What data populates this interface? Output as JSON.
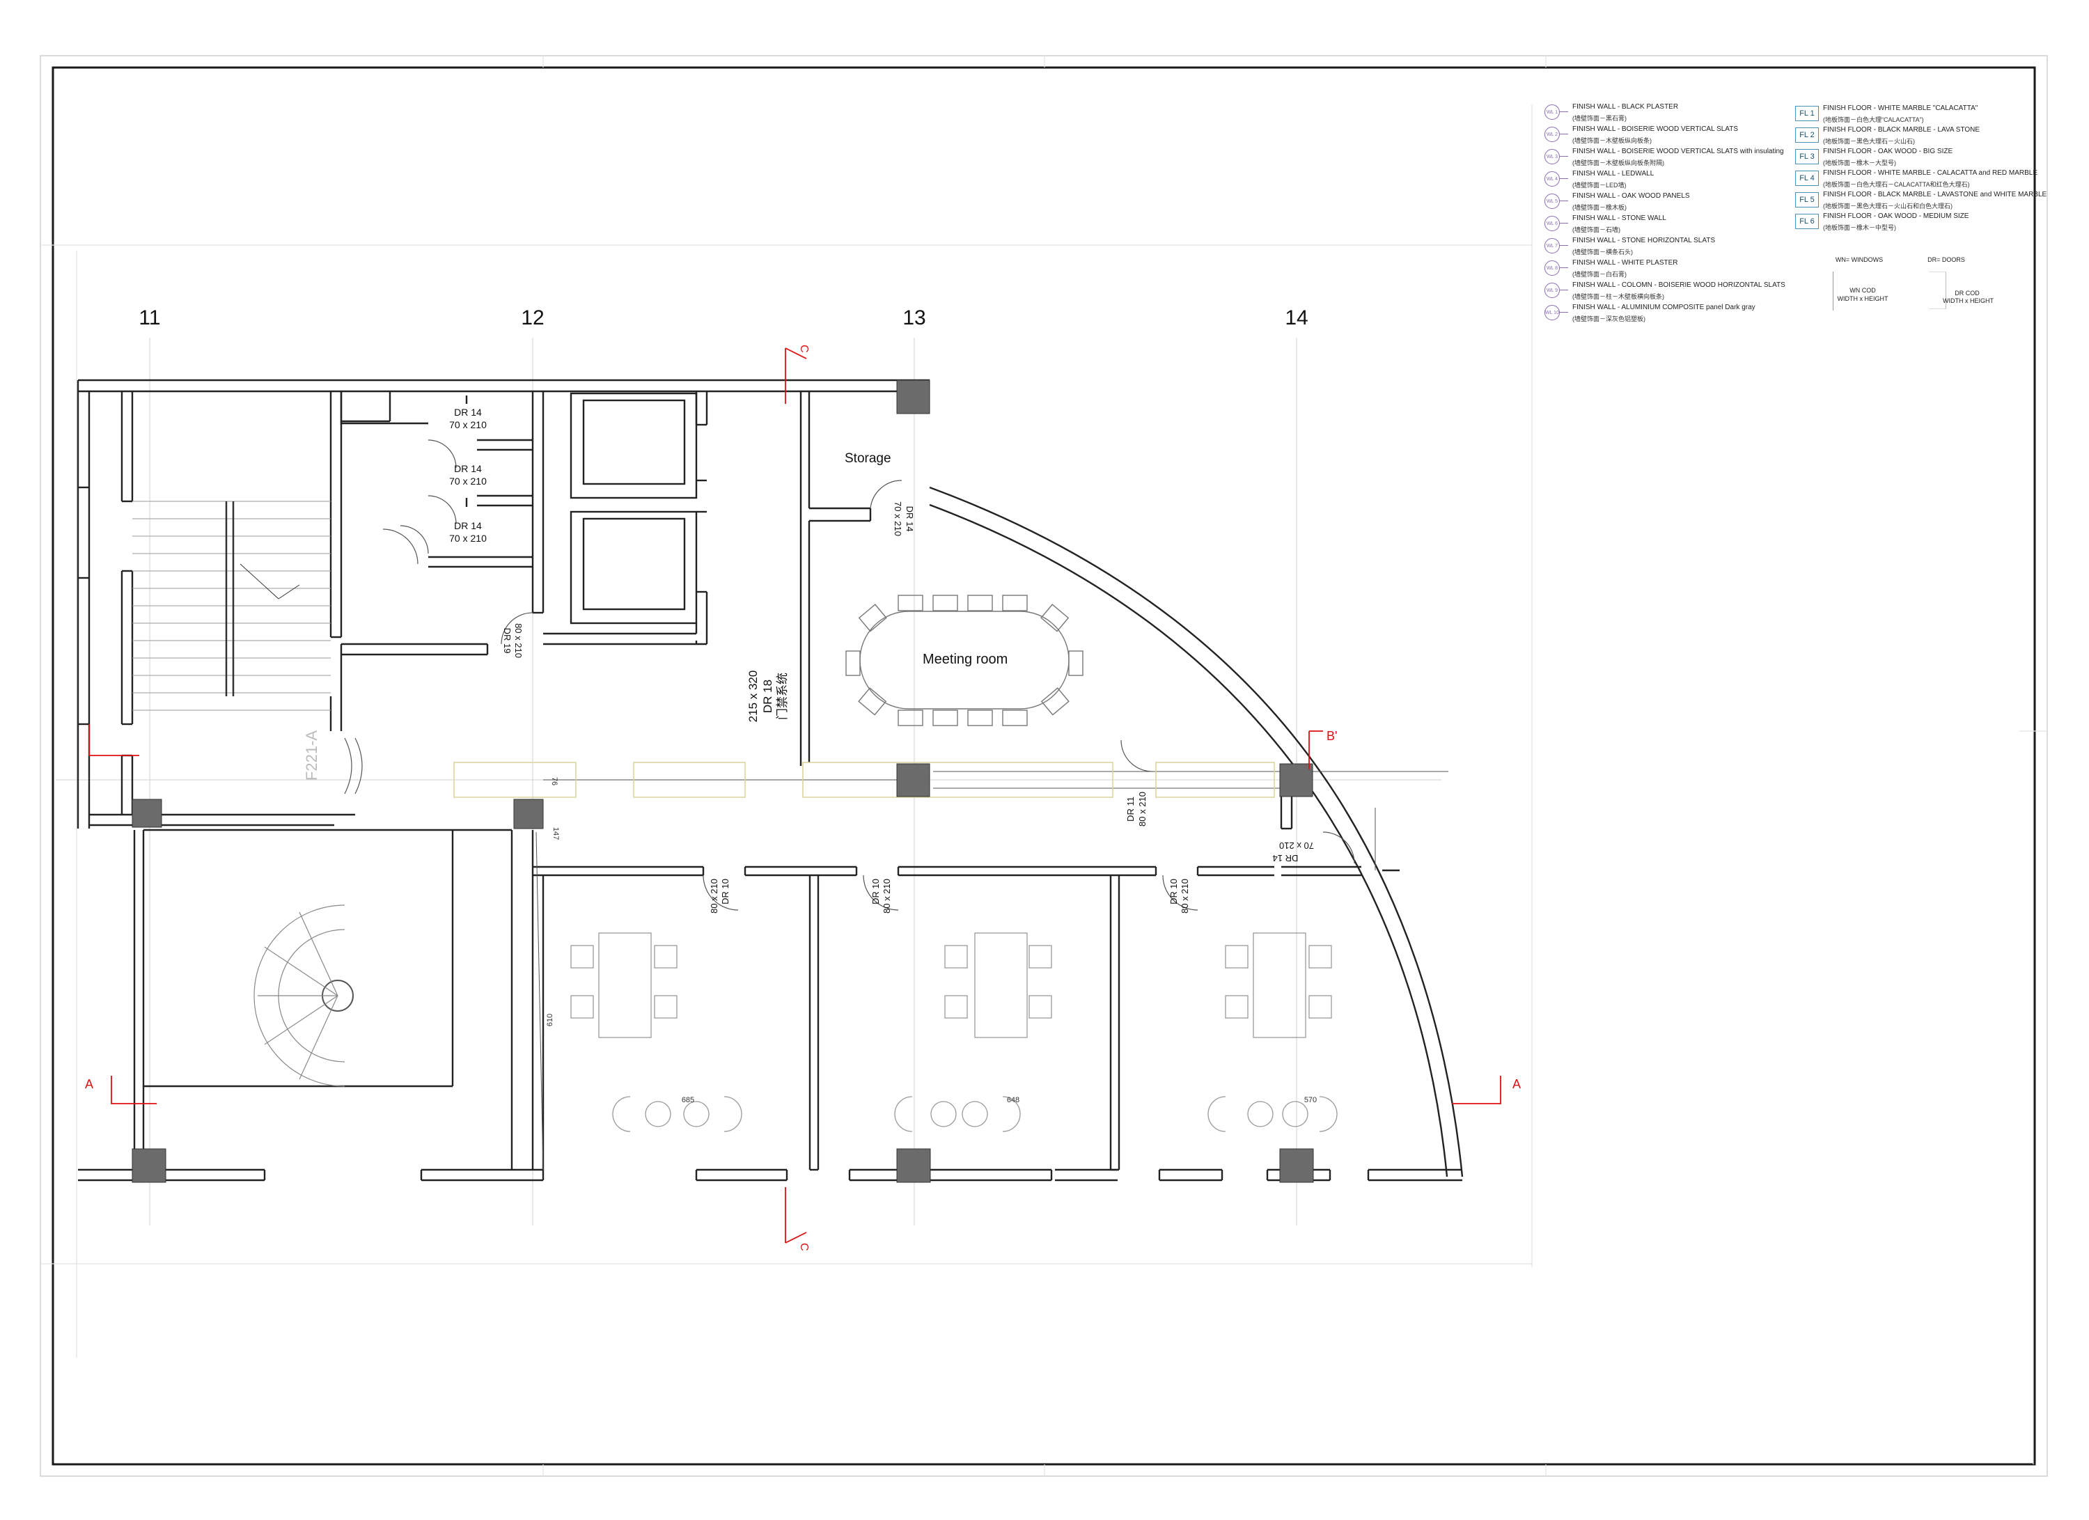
{
  "grid_labels": [
    "11",
    "12",
    "13",
    "14"
  ],
  "rooms": {
    "storage": "Storage",
    "meeting_room": "Meeting room"
  },
  "doors": {
    "dr14_a": {
      "code": "DR 14",
      "size": "70 x 210"
    },
    "dr14_b": {
      "code": "DR 14",
      "size": "70 x 210"
    },
    "dr14_c": {
      "code": "DR 14",
      "size": "70 x 210"
    },
    "dr14_storage": {
      "code": "DR 14",
      "size": "70 x 210"
    },
    "dr19": {
      "code": "DR 19",
      "size": "80 x 210"
    },
    "dr18": {
      "size": "215 x 320",
      "code": "DR 18",
      "note": "门禁系统"
    },
    "dr11": {
      "code": "DR 11",
      "size": "80 x 210"
    },
    "dr14_d": {
      "code": "DR 14",
      "size": "70 x 210"
    },
    "dr10_a": {
      "code": "DR 10",
      "size": "80 x 210"
    },
    "dr10_b": {
      "code": "DR 10",
      "size": "80 x 210"
    },
    "dr10_c": {
      "code": "DR 10",
      "size": "80 x 210"
    }
  },
  "dimensions": {
    "d76": "76",
    "d147": "147",
    "d610": "610",
    "d685": "685",
    "d648": "648",
    "d570": "570",
    "stair_ref": "F221-A"
  },
  "section_marks": {
    "c_top": "C",
    "c_bottom": "C",
    "b_prime": "B'",
    "a_left": "A",
    "a_right": "A"
  },
  "legend": {
    "walls": [
      {
        "tag": "WL 1",
        "en": "FINISH WALL - BLACK PLASTER",
        "zh": "(墙壁饰面－黑石膏)"
      },
      {
        "tag": "WL 2",
        "en": "FINISH WALL -  BOISERIE WOOD VERTICAL SLATS",
        "zh": "(墙壁饰面－木壁板纵向板条)"
      },
      {
        "tag": "WL 3",
        "en": "FINISH WALL -  BOISERIE WOOD VERTICAL SLATS with insulating",
        "zh": "(墙壁饰面－木壁板纵向板条附隔)"
      },
      {
        "tag": "WL 4",
        "en": "FINISH WALL -  LEDWALL",
        "zh": "(墙壁饰面－LED墙)"
      },
      {
        "tag": "WL 5",
        "en": "FINISH WALL -  OAK WOOD PANELS",
        "zh": "(墙壁饰面－橡木板)"
      },
      {
        "tag": "WL 6",
        "en": "FINISH WALL -  STONE WALL",
        "zh": "(墙壁饰面－石墙)"
      },
      {
        "tag": "WL 7",
        "en": "FINISH WALL -  STONE HORIZONTAL SLATS",
        "zh": "(墙壁饰面－横条石头)"
      },
      {
        "tag": "WL 8",
        "en": "FINISH WALL -  WHITE PLASTER",
        "zh": "(墙壁饰面－白石膏)"
      },
      {
        "tag": "WL 9",
        "en": "FINISH WALL - COLOMN - BOISERIE WOOD HORIZONTAL SLATS",
        "zh": "(墙壁饰面－柱－木壁板横向板条)"
      },
      {
        "tag": "WL 10",
        "en": "FINISH WALL - ALUMINIUM COMPOSITE panel Dark gray",
        "zh": "(墙壁饰面－深灰色铝塑板)"
      }
    ],
    "floors": [
      {
        "tag": "FL 1",
        "en": "FINISH FLOOR - WHITE MARBLE \"CALACATTA\"",
        "zh": "(地板饰面－白色大理“CALACATTA”)"
      },
      {
        "tag": "FL 2",
        "en": "FINISH FLOOR - BLACK MARBLE - LAVA STONE",
        "zh": "(地板饰面－黑色大理石－火山石)"
      },
      {
        "tag": "FL 3",
        "en": "FINISH FLOOR - OAK WOOD - BIG SIZE",
        "zh": "(地板饰面－橡木－大型号)"
      },
      {
        "tag": "FL 4",
        "en": "FINISH FLOOR - WHITE MARBLE - CALACATTA  and RED MARBLE",
        "zh": "(地板饰面－白色大理石－CALACATTA和红色大理石)"
      },
      {
        "tag": "FL 5",
        "en": "FINISH FLOOR - BLACK MARBLE - LAVASTONE and WHITE MARBLE",
        "zh": "(地板饰面－黑色大理石－火山石和白色大理石)"
      },
      {
        "tag": "FL 6",
        "en": "FINISH FLOOR - OAK WOOD - MEDIUM SIZE",
        "zh": "(地板饰面－橡木－中型号)"
      }
    ],
    "windows_key": {
      "title": "WN= WINDOWS",
      "line1": "WN COD",
      "line2": "WIDTH x HEIGHT"
    },
    "doors_key": {
      "title": "DR= DOORS",
      "line1": "DR COD",
      "line2": "WIDTH x HEIGHT"
    }
  }
}
